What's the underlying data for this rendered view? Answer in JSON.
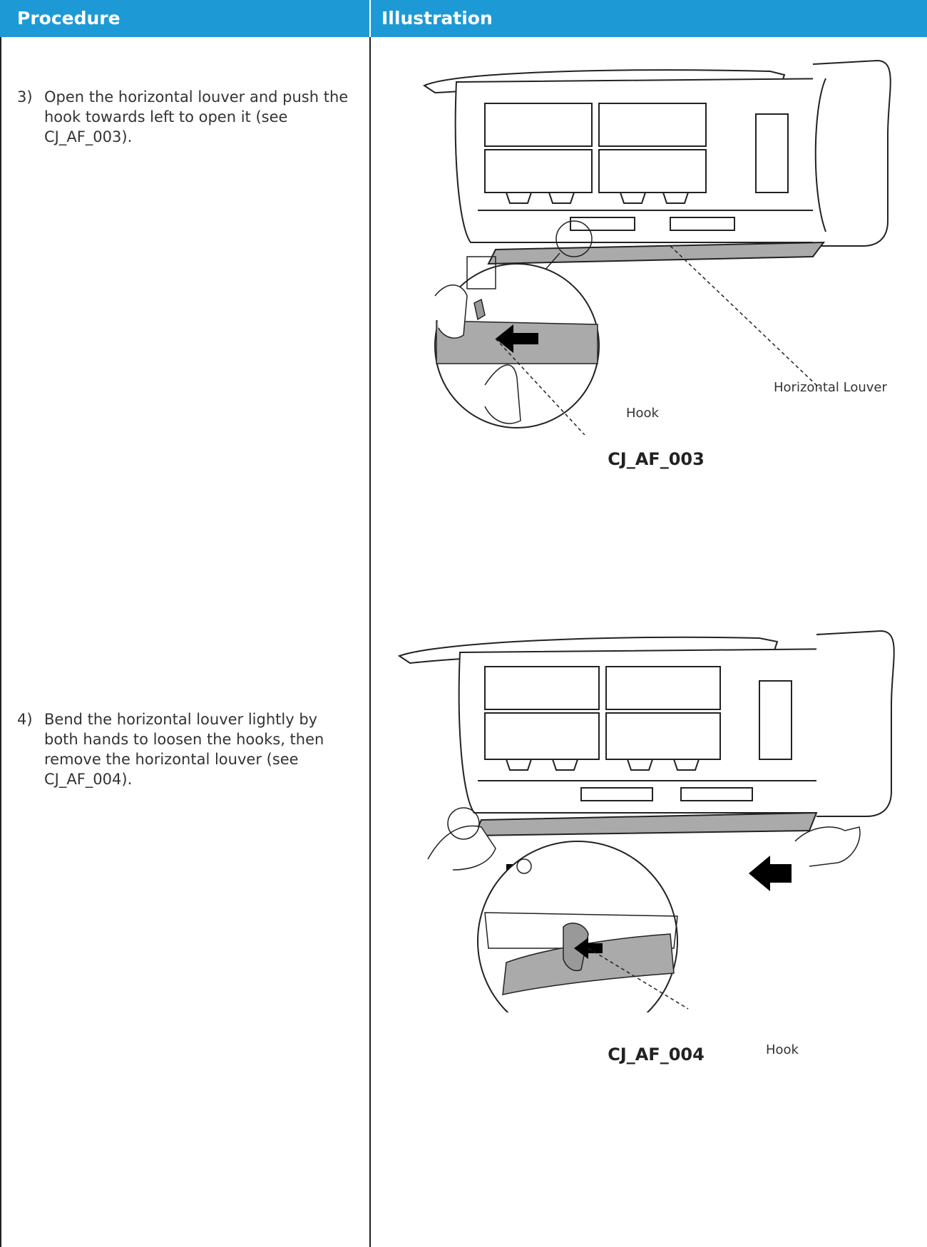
{
  "header": {
    "procedure": "Procedure",
    "illustration": "Illustration"
  },
  "steps": [
    {
      "number": "3)",
      "text": "Open the horizontal louver and push the hook towards left to open it (see CJ_AF_003)."
    },
    {
      "number": "4)",
      "text": "Bend the horizontal louver lightly by both hands to loosen the hooks, then remove the horizontal louver (see CJ_AF_004)."
    }
  ],
  "figures": [
    {
      "caption": "CJ_AF_003",
      "callouts": [
        "Hook",
        "Horizontal Louver"
      ]
    },
    {
      "caption": "CJ_AF_004",
      "callouts": [
        "Hook"
      ]
    }
  ]
}
